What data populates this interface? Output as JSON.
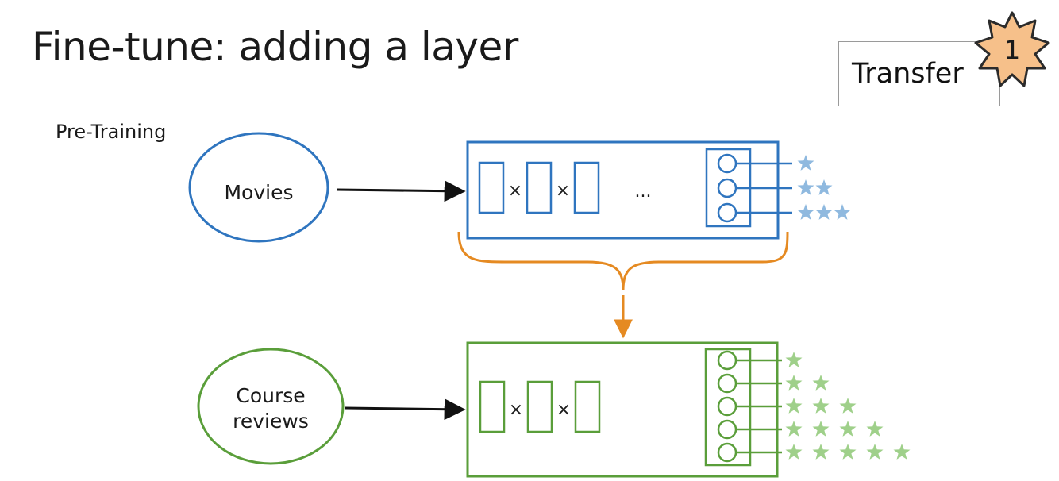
{
  "slide": {
    "title": "Fine-tune: adding a layer",
    "pretraining_label": "Pre-Training"
  },
  "transfer_box": {
    "label": "Transfer",
    "badge_number": "1"
  },
  "diagram": {
    "top": {
      "input_label": "Movies",
      "ellipsis": "...",
      "output_star_counts": [
        1,
        2,
        3
      ]
    },
    "bottom": {
      "input_label_line1": "Course",
      "input_label_line2": "reviews",
      "output_star_counts": [
        1,
        2,
        3,
        4,
        5
      ]
    },
    "multiply_symbol": "×"
  },
  "colors": {
    "blue": "#2f75bf",
    "blue_star": "#8fb9df",
    "green": "#5a9e3a",
    "green_star": "#9fd08a",
    "orange": "#e58a22",
    "badge_fill": "#f6c08a"
  }
}
